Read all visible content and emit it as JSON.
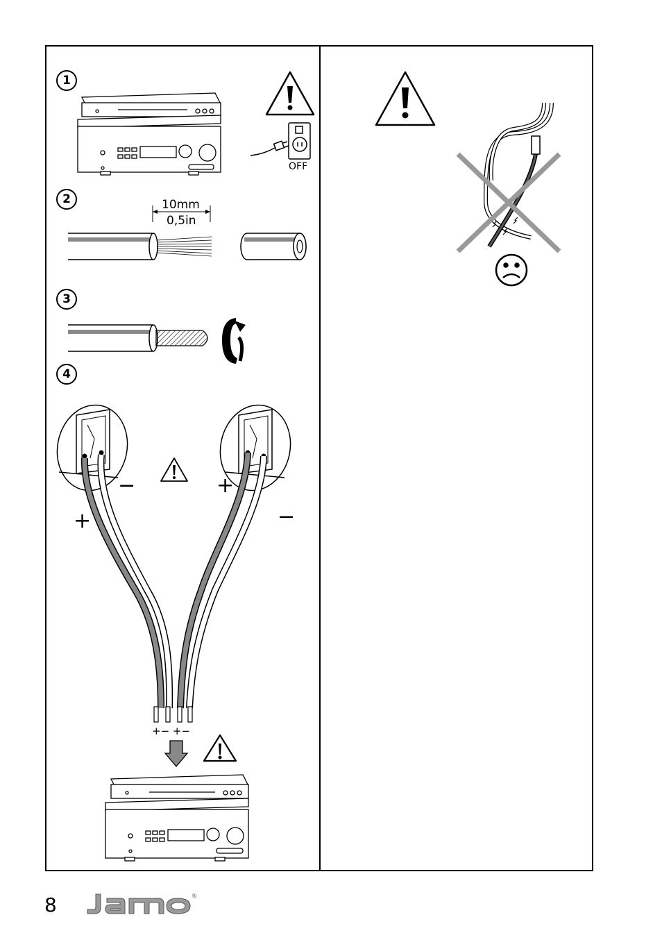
{
  "page": {
    "number": "8"
  },
  "brand": {
    "name": "Jamo",
    "reg": "®"
  },
  "steps": [
    {
      "number": "1",
      "power_label": "OFF"
    },
    {
      "number": "2",
      "strip_length_mm": "10mm",
      "strip_length_in": "0,5in"
    },
    {
      "number": "3"
    },
    {
      "number": "4",
      "polarity_plus": "+",
      "polarity_minus": "−",
      "terminal_marks": "+−  +−"
    }
  ]
}
